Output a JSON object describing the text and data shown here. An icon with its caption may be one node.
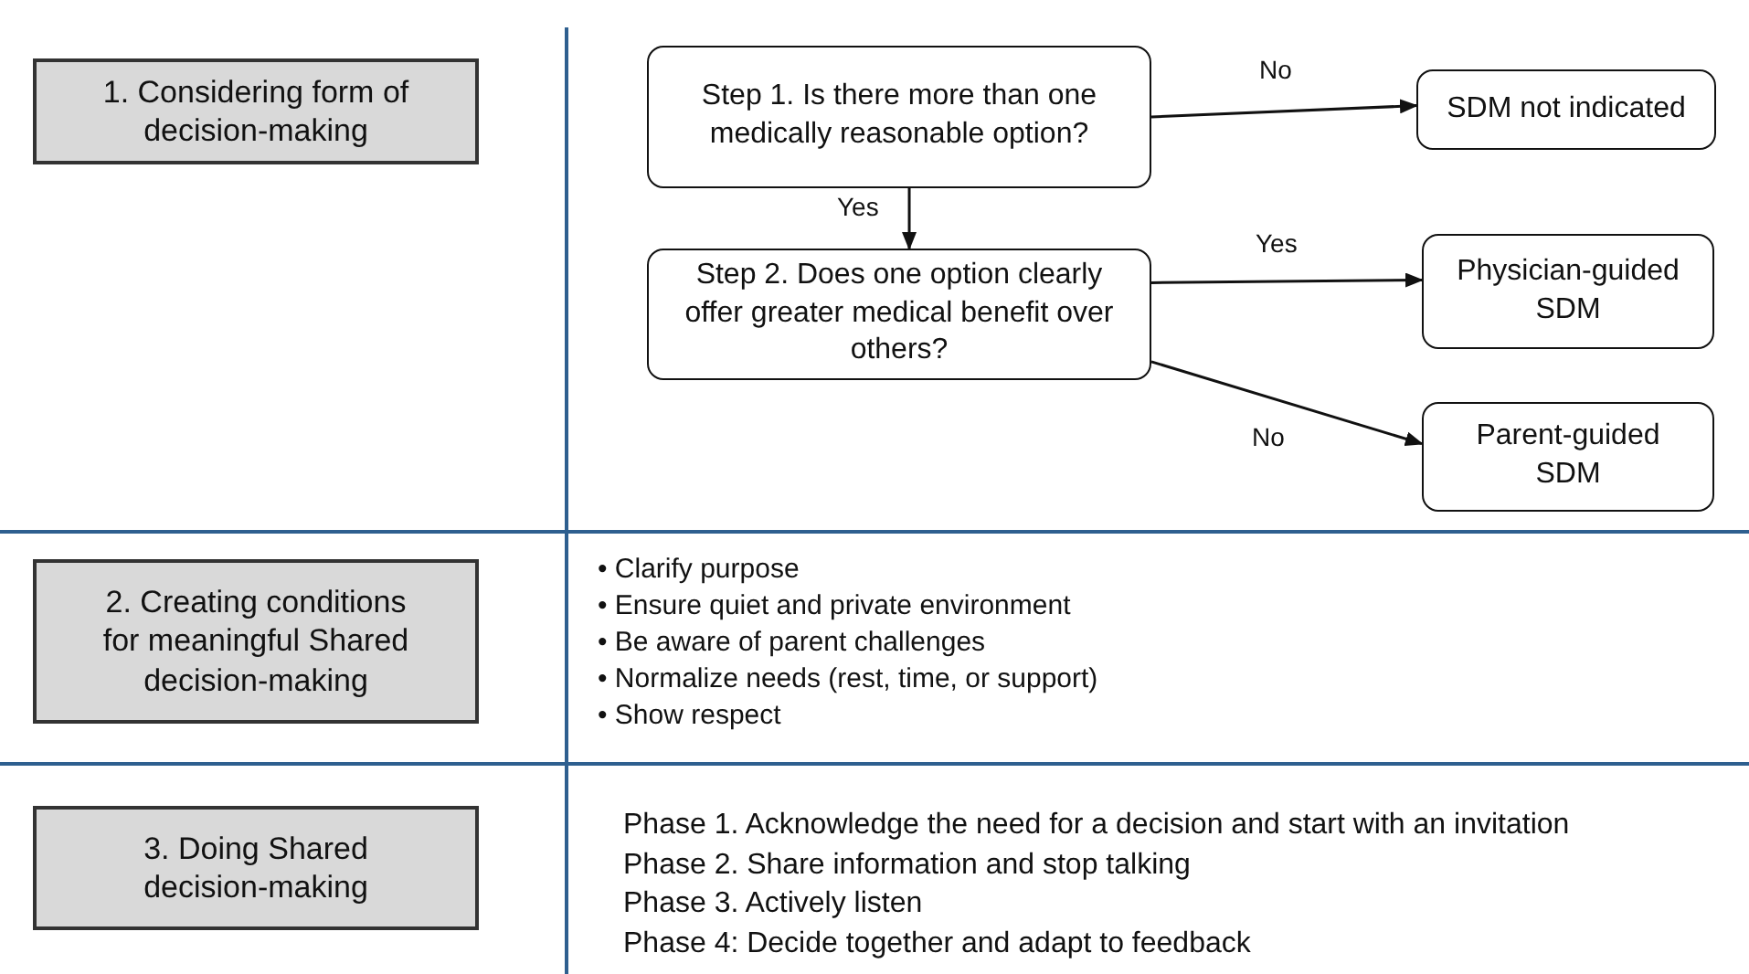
{
  "diagram": {
    "nodes": [
      {
        "text": [
          "1. Considering form of decision-making"
        ]
      },
      {
        "text": [
          "Step 1. Is there more than one medically reasonable option?"
        ]
      },
      {
        "text": [
          "SDM not indicated"
        ]
      },
      {
        "text": [
          "Step 2. Does one option clearly offer greater medical benefit over others?"
        ]
      },
      {
        "text": [
          "Physician-guided SDM"
        ]
      },
      {
        "text": [
          "Parent-guided SDM"
        ]
      },
      {
        "text": [
          "2. Creating conditions for meaningful Shared decision-making"
        ]
      },
      {
        "text": [
          "3. Doing Shared decision-making"
        ]
      }
    ],
    "edges": [
      {
        "from": 1,
        "to": 2,
        "arrow": "to",
        "label": "No"
      },
      {
        "from": 1,
        "to": 3,
        "arrow": "to",
        "label": "Yes"
      },
      {
        "from": 3,
        "to": 4,
        "arrow": "to",
        "label": "Yes"
      },
      {
        "from": 3,
        "to": 5,
        "arrow": "to",
        "label": "No"
      }
    ],
    "labels": [
      "• Clarify purpose",
      "• Ensure quiet and private environment",
      "• Be aware of parent challenges",
      "• Normalize needs (rest, time, or support)",
      "• Show respect",
      "Phase 1. Acknowledge the need for a decision and start with an invitation",
      "Phase 2. Share information and stop talking",
      "Phase 3. Actively listen",
      "Phase 4: Decide together and adapt to feedback"
    ]
  }
}
